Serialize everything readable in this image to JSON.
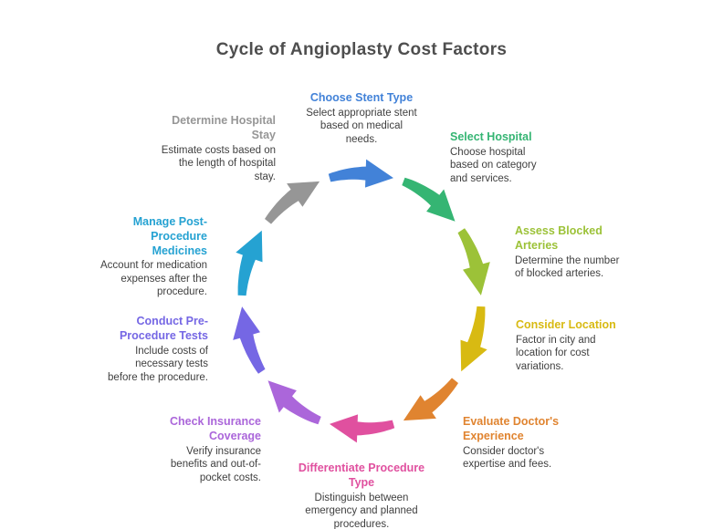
{
  "title": "Cycle of Angioplasty Cost Factors",
  "title_color": "#4e4e4e",
  "background": "#ffffff",
  "cycle": {
    "direction": "clockwise",
    "steps": [
      {
        "label": "Choose Stent Type",
        "description": "Select appropriate stent based on medical needs.",
        "color": "#4282d8",
        "angle_deg": 0
      },
      {
        "label": "Select Hospital",
        "description": "Choose hospital based on category and services.",
        "color": "#35b573",
        "angle_deg": 36
      },
      {
        "label": "Assess Blocked Arteries",
        "description": "Determine the number of blocked arteries.",
        "color": "#9cc238",
        "angle_deg": 72
      },
      {
        "label": "Consider Location",
        "description": "Factor in city and location for cost variations.",
        "color": "#d8ba12",
        "angle_deg": 108
      },
      {
        "label": "Evaluate Doctor's Experience",
        "description": "Consider doctor's expertise and fees.",
        "color": "#e08430",
        "angle_deg": 144
      },
      {
        "label": "Differentiate Procedure Type",
        "description": "Distinguish between emergency and planned procedures.",
        "color": "#e0509f",
        "angle_deg": 180
      },
      {
        "label": "Check Insurance Coverage",
        "description": "Verify insurance benefits and out-of-pocket costs.",
        "color": "#ab66da",
        "angle_deg": 216
      },
      {
        "label": "Conduct Pre-Procedure Tests",
        "description": "Include costs of necessary tests before the procedure.",
        "color": "#7567e4",
        "angle_deg": 252
      },
      {
        "label": "Manage Post-Procedure Medicines",
        "description": "Account for medication expenses after the procedure.",
        "color": "#25a2d2",
        "angle_deg": 288
      },
      {
        "label": "Determine Hospital Stay",
        "description": "Estimate costs based on the length of hospital stay.",
        "color": "#969696",
        "angle_deg": 324
      }
    ]
  }
}
